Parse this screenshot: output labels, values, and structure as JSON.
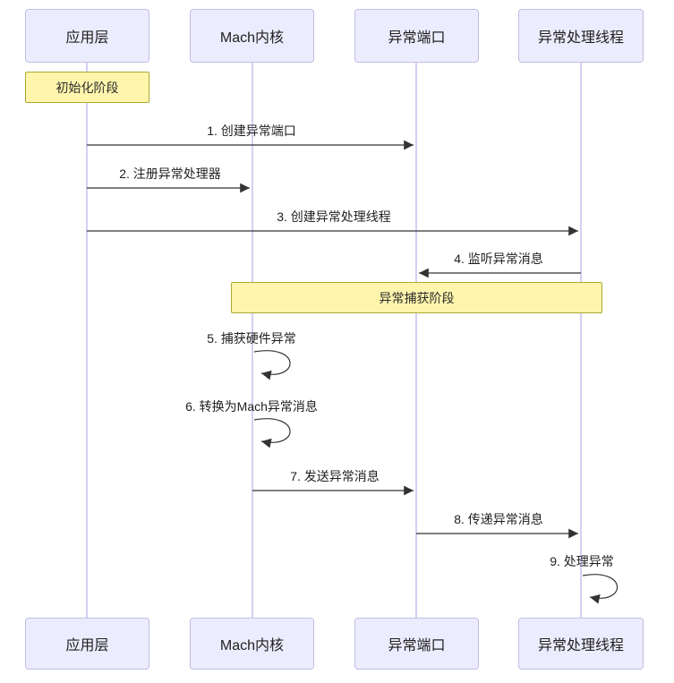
{
  "colors": {
    "actor_fill": "#ECECFF",
    "actor_border": "#c3bce4",
    "lifeline": "#c9bdf0",
    "note_fill": "#FFF5AD",
    "note_border": "#AAAA33",
    "arrow": "#333333",
    "text": "#1f1f1f"
  },
  "diagram_type": "sequence",
  "participants": [
    {
      "label": "应用层"
    },
    {
      "label": "Mach内核"
    },
    {
      "label": "异常端口"
    },
    {
      "label": "异常处理线程"
    }
  ],
  "notes": [
    {
      "label": "初始化阶段",
      "over": "应用层"
    },
    {
      "label": "异常捕获阶段",
      "over": "Mach内核, 异常端口, 异常处理线程"
    }
  ],
  "messages": [
    {
      "label": "1. 创建异常端口",
      "from": "应用层",
      "to": "异常端口"
    },
    {
      "label": "2. 注册异常处理器",
      "from": "应用层",
      "to": "Mach内核"
    },
    {
      "label": "3. 创建异常处理线程",
      "from": "应用层",
      "to": "异常处理线程"
    },
    {
      "label": "4. 监听异常消息",
      "from": "异常处理线程",
      "to": "异常端口"
    },
    {
      "label": "5. 捕获硬件异常",
      "from": "Mach内核",
      "to": "Mach内核"
    },
    {
      "label": "6. 转换为Mach异常消息",
      "from": "Mach内核",
      "to": "Mach内核"
    },
    {
      "label": "7. 发送异常消息",
      "from": "Mach内核",
      "to": "异常端口"
    },
    {
      "label": "8. 传递异常消息",
      "from": "异常端口",
      "to": "异常处理线程"
    },
    {
      "label": "9. 处理异常",
      "from": "异常处理线程",
      "to": "异常处理线程"
    }
  ]
}
